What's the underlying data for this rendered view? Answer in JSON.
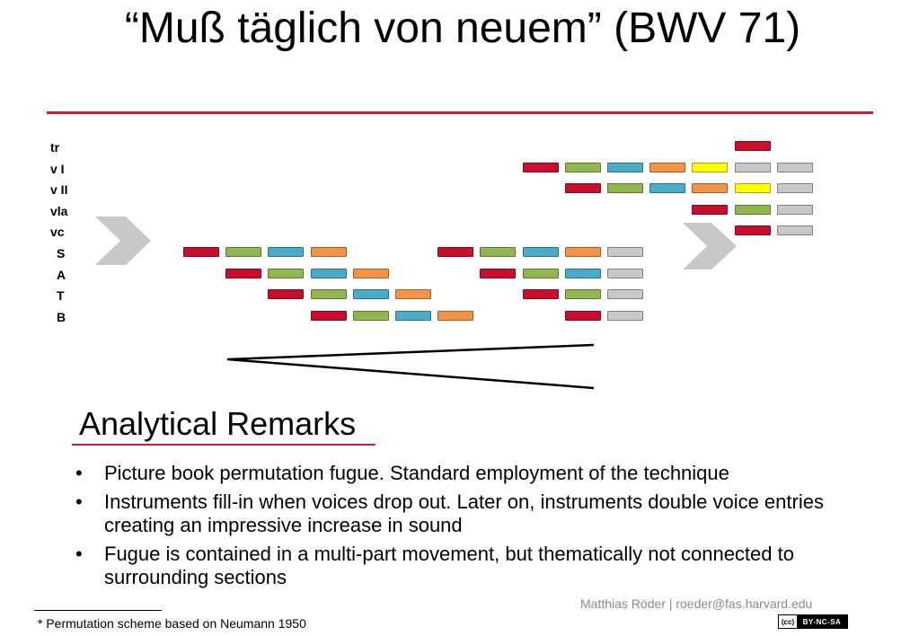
{
  "title": "“Muß täglich von neuem” (BWV 71)",
  "colors": {
    "red": "#c8102e",
    "green": "#92b64f",
    "blue": "#4aacc6",
    "orange": "#f39347",
    "yellow": "#ffff00",
    "gray": "#c8c8c8",
    "accent": "#c8202f"
  },
  "scheme": {
    "parts": [
      "tr",
      "v I",
      "v II",
      "vla",
      "vc",
      "S",
      "A",
      "T",
      "B"
    ],
    "rows": [
      [
        [
          13,
          "red"
        ]
      ],
      [
        [
          8,
          "red"
        ],
        [
          9,
          "green"
        ],
        [
          10,
          "blue"
        ],
        [
          11,
          "orange"
        ],
        [
          12,
          "yellow"
        ],
        [
          13,
          "gray"
        ],
        [
          14,
          "gray"
        ]
      ],
      [
        [
          9,
          "red"
        ],
        [
          10,
          "green"
        ],
        [
          11,
          "blue"
        ],
        [
          12,
          "orange"
        ],
        [
          13,
          "yellow"
        ],
        [
          14,
          "gray"
        ]
      ],
      [
        [
          12,
          "red"
        ],
        [
          13,
          "green"
        ],
        [
          14,
          "gray"
        ]
      ],
      [
        [
          13,
          "red"
        ],
        [
          14,
          "gray"
        ]
      ],
      [
        [
          0,
          "red"
        ],
        [
          1,
          "green"
        ],
        [
          2,
          "blue"
        ],
        [
          3,
          "orange"
        ],
        [
          6,
          "red"
        ],
        [
          7,
          "green"
        ],
        [
          8,
          "blue"
        ],
        [
          9,
          "orange"
        ],
        [
          10,
          "gray"
        ]
      ],
      [
        [
          1,
          "red"
        ],
        [
          2,
          "green"
        ],
        [
          3,
          "blue"
        ],
        [
          4,
          "orange"
        ],
        [
          7,
          "red"
        ],
        [
          8,
          "green"
        ],
        [
          9,
          "blue"
        ],
        [
          10,
          "gray"
        ]
      ],
      [
        [
          2,
          "red"
        ],
        [
          3,
          "green"
        ],
        [
          4,
          "blue"
        ],
        [
          5,
          "orange"
        ],
        [
          8,
          "red"
        ],
        [
          9,
          "green"
        ],
        [
          10,
          "gray"
        ]
      ],
      [
        [
          3,
          "red"
        ],
        [
          4,
          "green"
        ],
        [
          5,
          "blue"
        ],
        [
          6,
          "orange"
        ],
        [
          9,
          "red"
        ],
        [
          10,
          "gray"
        ]
      ]
    ]
  },
  "arrows": {
    "left_icon": "chevron-right-icon",
    "right_icon": "chevron-right-icon"
  },
  "section": {
    "heading": "Analytical Remarks",
    "bullets": [
      "Picture book permutation fugue. Standard employment of the technique",
      "Instruments fill-in when voices drop out. Later on, instruments double voice entries creating an impressive increase in sound",
      "Fugue is contained in a multi-part movement, but thematically not connected to surrounding sections"
    ]
  },
  "footer": {
    "author": "Matthias Röder | roeder@fas.harvard.edu",
    "footnote": "* Permutation scheme based on Neumann 1950",
    "license_cc": "(cc)",
    "license_tags": "BY-NC-SA"
  }
}
